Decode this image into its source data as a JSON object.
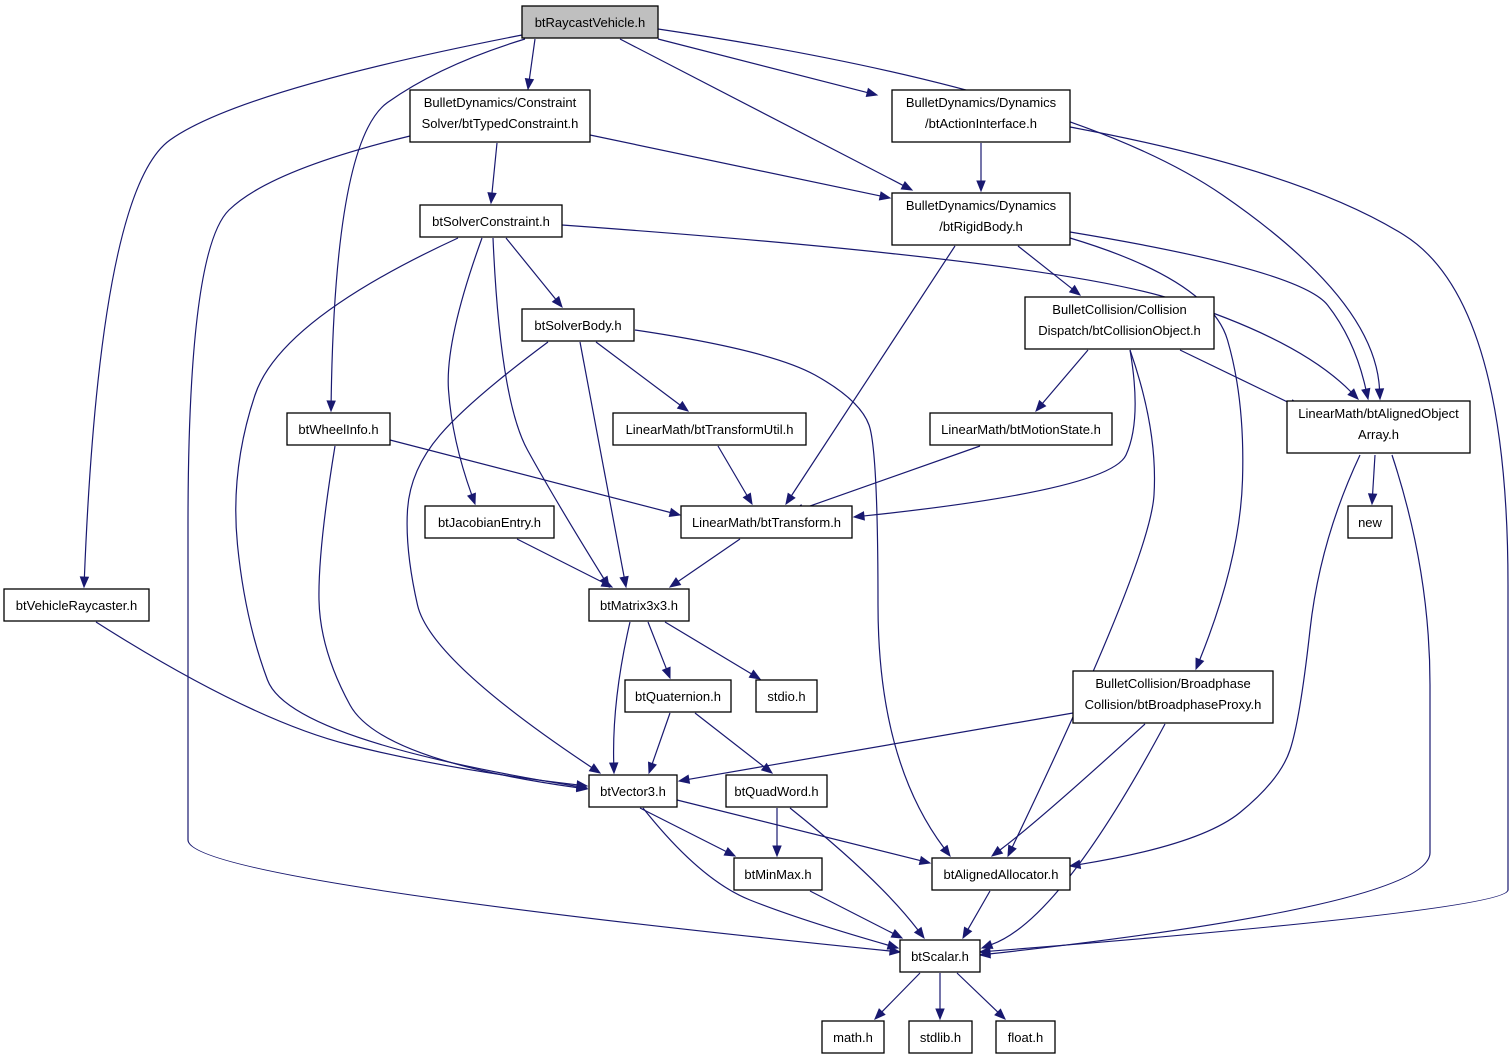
{
  "title": "btRaycastVehicle.h",
  "colors": {
    "edge": "#191970",
    "root_fill": "#bfbfbf",
    "node_border": "#000000",
    "system_border": "#bfbfbf"
  },
  "nodes": [
    {
      "id": "root",
      "name": "node-btraycastvehicle",
      "lines": [
        "btRaycastVehicle.h"
      ],
      "kind": "root"
    },
    {
      "id": "typedc",
      "name": "node-bttypedconstraint",
      "lines": [
        "BulletDynamics/Constraint",
        "Solver/btTypedConstraint.h"
      ],
      "kind": "local"
    },
    {
      "id": "action",
      "name": "node-btactioninterface",
      "lines": [
        "BulletDynamics/Dynamics",
        "/btActionInterface.h"
      ],
      "kind": "local"
    },
    {
      "id": "solverc",
      "name": "node-btsolverconstraint",
      "lines": [
        "btSolverConstraint.h"
      ],
      "kind": "local"
    },
    {
      "id": "rigid",
      "name": "node-btrigidbody",
      "lines": [
        "BulletDynamics/Dynamics",
        "/btRigidBody.h"
      ],
      "kind": "local"
    },
    {
      "id": "solverb",
      "name": "node-btsolverbody",
      "lines": [
        "btSolverBody.h"
      ],
      "kind": "local"
    },
    {
      "id": "colobj",
      "name": "node-btcollisionobject",
      "lines": [
        "BulletCollision/Collision",
        "Dispatch/btCollisionObject.h"
      ],
      "kind": "local"
    },
    {
      "id": "wheel",
      "name": "node-btwheelinfo",
      "lines": [
        "btWheelInfo.h"
      ],
      "kind": "local"
    },
    {
      "id": "tutil",
      "name": "node-bttransformutil",
      "lines": [
        "LinearMath/btTransformUtil.h"
      ],
      "kind": "local"
    },
    {
      "id": "motion",
      "name": "node-btmotionstate",
      "lines": [
        "LinearMath/btMotionState.h"
      ],
      "kind": "local"
    },
    {
      "id": "aarray",
      "name": "node-btalignedobjectarray",
      "lines": [
        "LinearMath/btAlignedObject",
        "Array.h"
      ],
      "kind": "local"
    },
    {
      "id": "jacob",
      "name": "node-btjacobianentry",
      "lines": [
        "btJacobianEntry.h"
      ],
      "kind": "local"
    },
    {
      "id": "transform",
      "name": "node-bttransform",
      "lines": [
        "LinearMath/btTransform.h"
      ],
      "kind": "local"
    },
    {
      "id": "new",
      "name": "node-new",
      "lines": [
        "new"
      ],
      "kind": "system"
    },
    {
      "id": "raycaster",
      "name": "node-btvehicleraycaster",
      "lines": [
        "btVehicleRaycaster.h"
      ],
      "kind": "local"
    },
    {
      "id": "matrix",
      "name": "node-btmatrix3x3",
      "lines": [
        "btMatrix3x3.h"
      ],
      "kind": "local"
    },
    {
      "id": "stdio",
      "name": "node-stdio",
      "lines": [
        "stdio.h"
      ],
      "kind": "system"
    },
    {
      "id": "quat",
      "name": "node-btquaternion",
      "lines": [
        "btQuaternion.h"
      ],
      "kind": "local"
    },
    {
      "id": "bproxy",
      "name": "node-btbroadphaseproxy",
      "lines": [
        "BulletCollision/Broadphase",
        "Collision/btBroadphaseProxy.h"
      ],
      "kind": "local"
    },
    {
      "id": "vector",
      "name": "node-btvector3",
      "lines": [
        "btVector3.h"
      ],
      "kind": "local"
    },
    {
      "id": "quadword",
      "name": "node-btquadword",
      "lines": [
        "btQuadWord.h"
      ],
      "kind": "local"
    },
    {
      "id": "minmax",
      "name": "node-btminmax",
      "lines": [
        "btMinMax.h"
      ],
      "kind": "local"
    },
    {
      "id": "aalloc",
      "name": "node-btalignedallocator",
      "lines": [
        "btAlignedAllocator.h"
      ],
      "kind": "local"
    },
    {
      "id": "scalar",
      "name": "node-btscalar",
      "lines": [
        "btScalar.h"
      ],
      "kind": "local"
    },
    {
      "id": "math",
      "name": "node-math",
      "lines": [
        "math.h"
      ],
      "kind": "system"
    },
    {
      "id": "stdlib",
      "name": "node-stdlib",
      "lines": [
        "stdlib.h"
      ],
      "kind": "system"
    },
    {
      "id": "float",
      "name": "node-float",
      "lines": [
        "float.h"
      ],
      "kind": "system"
    }
  ],
  "edges": [
    [
      "root",
      "typedc"
    ],
    [
      "root",
      "rigid"
    ],
    [
      "root",
      "action"
    ],
    [
      "root",
      "aarray"
    ],
    [
      "root",
      "wheel"
    ],
    [
      "root",
      "raycaster"
    ],
    [
      "typedc",
      "solverc"
    ],
    [
      "typedc",
      "rigid"
    ],
    [
      "typedc",
      "scalar"
    ],
    [
      "action",
      "rigid"
    ],
    [
      "action",
      "scalar"
    ],
    [
      "solverc",
      "solverb"
    ],
    [
      "solverc",
      "vector"
    ],
    [
      "solverc",
      "jacob"
    ],
    [
      "solverc",
      "matrix"
    ],
    [
      "solverc",
      "aarray"
    ],
    [
      "rigid",
      "colobj"
    ],
    [
      "rigid",
      "transform"
    ],
    [
      "rigid",
      "aarray"
    ],
    [
      "rigid",
      "bproxy"
    ],
    [
      "solverb",
      "vector"
    ],
    [
      "solverb",
      "matrix"
    ],
    [
      "solverb",
      "tutil"
    ],
    [
      "solverb",
      "aalloc"
    ],
    [
      "colobj",
      "motion"
    ],
    [
      "colobj",
      "transform"
    ],
    [
      "colobj",
      "aarray"
    ],
    [
      "colobj",
      "aalloc"
    ],
    [
      "wheel",
      "transform"
    ],
    [
      "wheel",
      "vector"
    ],
    [
      "tutil",
      "transform"
    ],
    [
      "motion",
      "transform"
    ],
    [
      "aarray",
      "new"
    ],
    [
      "aarray",
      "aalloc"
    ],
    [
      "aarray",
      "scalar"
    ],
    [
      "jacob",
      "matrix"
    ],
    [
      "transform",
      "matrix"
    ],
    [
      "raycaster",
      "vector"
    ],
    [
      "matrix",
      "quat"
    ],
    [
      "matrix",
      "stdio"
    ],
    [
      "matrix",
      "vector"
    ],
    [
      "quat",
      "vector"
    ],
    [
      "quat",
      "quadword"
    ],
    [
      "bproxy",
      "vector"
    ],
    [
      "bproxy",
      "aalloc"
    ],
    [
      "bproxy",
      "scalar"
    ],
    [
      "vector",
      "minmax"
    ],
    [
      "vector",
      "aalloc"
    ],
    [
      "vector",
      "scalar"
    ],
    [
      "quadword",
      "minmax"
    ],
    [
      "quadword",
      "scalar"
    ],
    [
      "minmax",
      "scalar"
    ],
    [
      "aalloc",
      "scalar"
    ],
    [
      "scalar",
      "math"
    ],
    [
      "scalar",
      "stdlib"
    ],
    [
      "scalar",
      "float"
    ]
  ]
}
